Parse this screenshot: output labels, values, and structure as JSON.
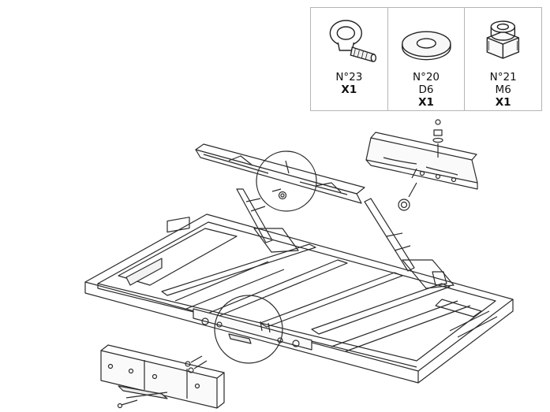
{
  "parts": [
    {
      "number": "N°23",
      "size": "",
      "qty": "X1",
      "icon": "eye-bolt-icon"
    },
    {
      "number": "N°20",
      "size": "D6",
      "qty": "X1",
      "icon": "washer-icon"
    },
    {
      "number": "N°21",
      "size": "M6",
      "qty": "X1",
      "icon": "nut-icon"
    }
  ],
  "colors": {
    "line": "#2b2b2b",
    "border": "#b5b5b5",
    "background": "#ffffff"
  }
}
